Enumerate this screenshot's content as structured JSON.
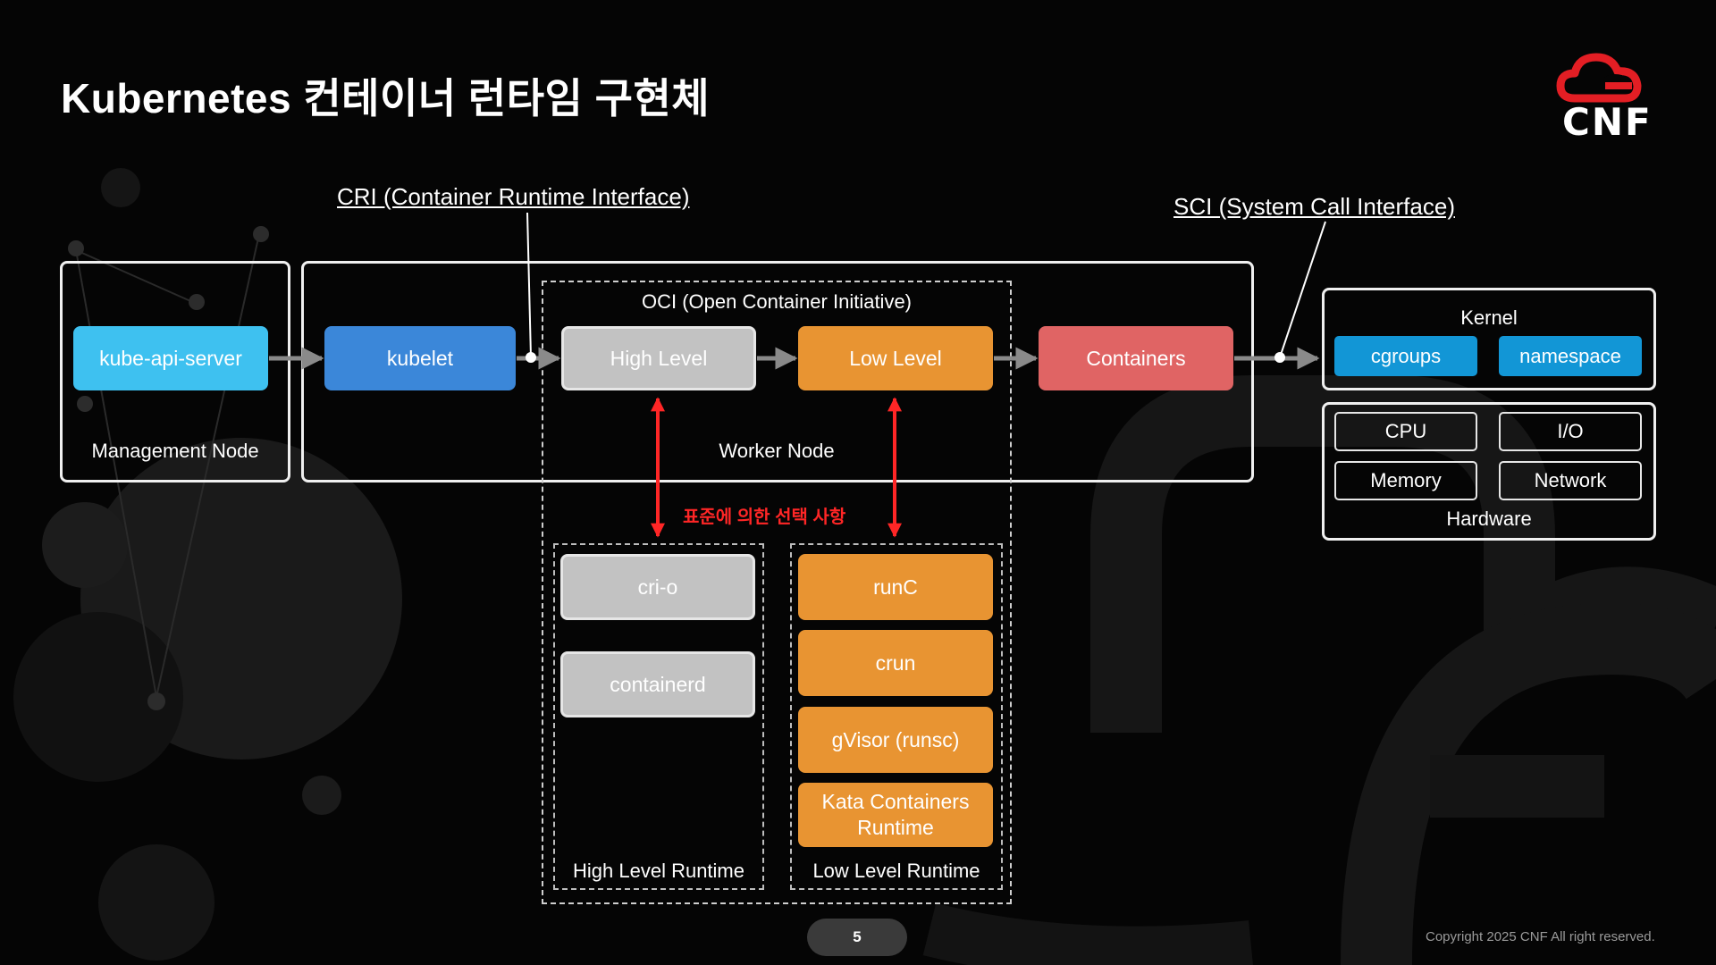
{
  "title": "Kubernetes 컨테이너 런타임 구현체",
  "logo_text": "CNF",
  "callouts": {
    "cri": "CRI (Container Runtime Interface)",
    "sci": "SCI (System Call Interface)"
  },
  "management_node": {
    "label": "Management Node",
    "api_server": "kube-api-server"
  },
  "worker_node": {
    "label": "Worker Node",
    "kubelet": "kubelet",
    "oci_label": "OCI (Open Container Initiative)",
    "high_level": "High Level",
    "low_level": "Low Level",
    "containers": "Containers"
  },
  "choice_label": "표준에 의한 선택 사항",
  "high_level_runtime": {
    "label": "High Level Runtime",
    "items": [
      "cri-o",
      "containerd"
    ]
  },
  "low_level_runtime": {
    "label": "Low Level Runtime",
    "items": [
      "runC",
      "crun",
      "gVisor (runsc)",
      "Kata Containers Runtime"
    ]
  },
  "kernel": {
    "label": "Kernel",
    "items": [
      "cgroups",
      "namespace"
    ]
  },
  "hardware": {
    "label": "Hardware",
    "items": [
      "CPU",
      "I/O",
      "Memory",
      "Network"
    ]
  },
  "page_number": "5",
  "copyright": "Copyright 2025 CNF All right reserved.",
  "colors": {
    "background": "#050505",
    "kube_api_server": "#3ec1f0",
    "kubelet": "#3b87d9",
    "high_level": "#c2c2c2",
    "low_level": "#e89432",
    "containers": "#e06464",
    "kernel_items": "#1296d6",
    "choice_arrow": "#ff2626",
    "logo_red": "#e31e24"
  }
}
